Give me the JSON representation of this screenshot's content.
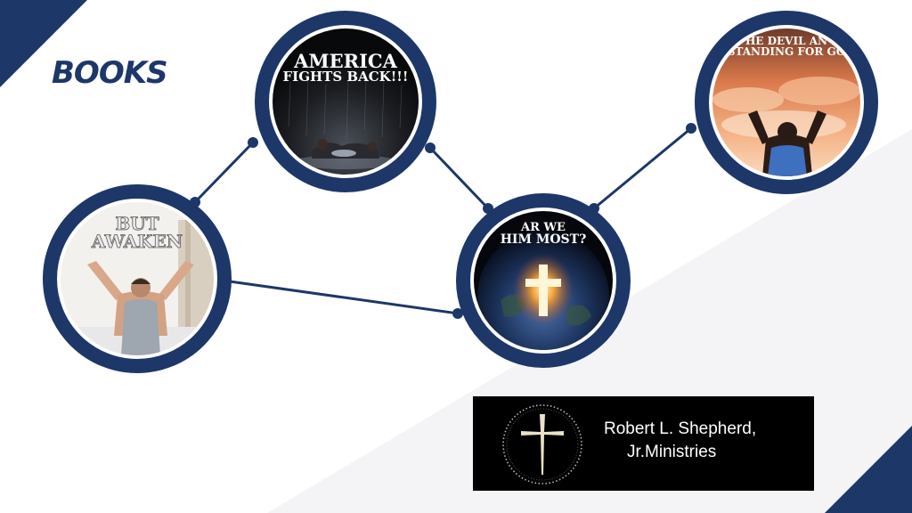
{
  "page": {
    "title": "BOOKS",
    "colors": {
      "navy": "#1d3769",
      "light_band": "#f4f4f6",
      "background": "#ffffff"
    }
  },
  "books": [
    {
      "id": "america",
      "cover_lines": [
        "AMERICA",
        "FIGHTS BACK!!!"
      ]
    },
    {
      "id": "awaken",
      "cover_lines": [
        "BUT",
        "AWAKEN"
      ]
    },
    {
      "id": "earth",
      "cover_lines": [
        "AR WE",
        "HIM MOST?"
      ]
    },
    {
      "id": "devil",
      "cover_lines": [
        "HE DEVIL AN",
        "STANDING FOR GO"
      ]
    }
  ],
  "ministry": {
    "name_line1": "Robert L. Shepherd,",
    "name_line2": "Jr.Ministries",
    "icon": "cross-icon"
  }
}
